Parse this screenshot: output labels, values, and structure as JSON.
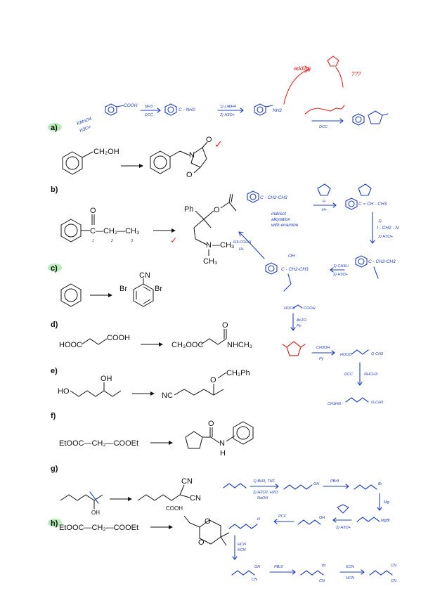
{
  "problems": {
    "a": {
      "label": "a)",
      "start": "CH₂OH",
      "N": "N",
      "O1": "O",
      "O2": "O",
      "check": "✓"
    },
    "b": {
      "label": "b)",
      "O": "O",
      "chain": "C—CH₂—CH₃",
      "n1": "1",
      "n2": "2",
      "n3": "3",
      "Ph": "Ph",
      "O2": "O",
      "N": "N",
      "CH3a": "—CH₃",
      "CH3b": "CH₃",
      "check": "✓"
    },
    "c": {
      "label": "c)",
      "CN": "CN",
      "Br1": "Br",
      "Br2": "Br"
    },
    "d": {
      "label": "d)",
      "start": "HOOC",
      "cooh": "COOH",
      "ester": "CH₃OOC",
      "O": "O",
      "amide": "NHCH₃"
    },
    "e": {
      "label": "e)",
      "HO": "HO",
      "OH": "OH",
      "NC": "NC",
      "O": "O",
      "bn": "CH₂Ph"
    },
    "f": {
      "label": "f)",
      "start": "EtOOC—CH₂—COOEt",
      "O": "O",
      "N": "N",
      "H": "H"
    },
    "g": {
      "label": "g)",
      "CN1": "CN",
      "CN2": "CN"
    },
    "h": {
      "label": "h)",
      "start": "EtOOC—CH₂—COOEt",
      "O1": "O",
      "O2": "O"
    }
  },
  "notes": {
    "a_reagents1": "KMnO4",
    "a_reagents2": "H3O+",
    "a_cooh": "COOH",
    "a_nh3": "NH3",
    "a_dcc1": "DCC",
    "a_amide": "C - NH2",
    "a_lialh4": "1) LiAlH4",
    "a_h3o": "2) H3O+",
    "a_nh2": "NH2",
    "a_dcc2": "DCC",
    "adding": "adding",
    "qqq": "???",
    "b_ketone": "C - CH2-CH3",
    "b_pyrr_h": "H",
    "b_hplus": "H+",
    "b_enamine": "C = CH - CH3",
    "b_indirect1": "indirect",
    "b_indirect2": "alkylation",
    "b_indirect3": "with enamine",
    "b_alk1": "1)",
    "b_alk2": "I - CH2 - N",
    "b_alk3": "2) H3O+",
    "b_ketone2": "C - CH2-CH3",
    "b_ch3li1": "1) CH3Li",
    "b_ch3li2": "2) H3O+",
    "b_oh": "OH",
    "b_alcohol": "C - CH2-CH3",
    "b_ester1": "H3-COOH",
    "b_ester2": "H+",
    "d_hooc": "HOOC",
    "d_cooh": "COOH",
    "d_ac2o": "Ac2O",
    "d_py": "Py",
    "d_ch3oh": "CH3OH",
    "d_py2": "Py",
    "d_hooc2": "HOOC",
    "d_ester": "O-CH3",
    "d_dcc": "DCC",
    "d_nhch3": "NHCH3",
    "d_ch3hn": "CH3HN -",
    "d_ester2": "O-CH3",
    "g_cooh": "COOH",
    "g_bh3": "1) BH3, THF",
    "g_h2o2": "2) H2O2, H2O",
    "g_naoh": "NaOH",
    "g_oh": "OH",
    "g_pbr3": "PBr3",
    "g_br": "Br",
    "g_mg": "Mg",
    "g_pcc": "PCC",
    "g_h": "H",
    "g_oh2": "OH",
    "g_h3o": "2) H3O+",
    "g_mgbr": "MgBr",
    "g_hcn": "HCN",
    "g_kcn": "KCN",
    "g_oh3": "OH",
    "g_pbr3b": "PBr3",
    "g_br2": "Br",
    "g_cn": "CN",
    "g_cn2": "CN",
    "g_kcn2": "KCN",
    "g_hcn2": "HCN",
    "g_cn3": "CN",
    "g_cn4": "CN"
  }
}
